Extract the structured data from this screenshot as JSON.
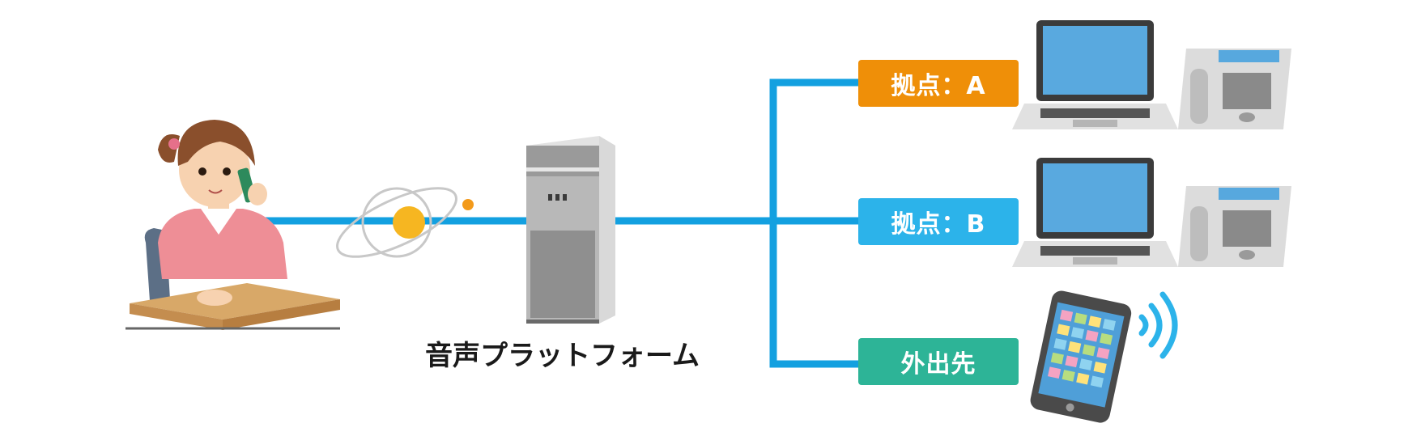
{
  "diagram": {
    "platform_label": "音声プラットフォーム",
    "branches": [
      {
        "label": "拠点：A",
        "color": "#ef8f08"
      },
      {
        "label": "拠点：B",
        "color": "#2cb3ea"
      },
      {
        "label": "外出先",
        "color": "#2db497"
      }
    ],
    "line_color": "#13a0e0"
  }
}
